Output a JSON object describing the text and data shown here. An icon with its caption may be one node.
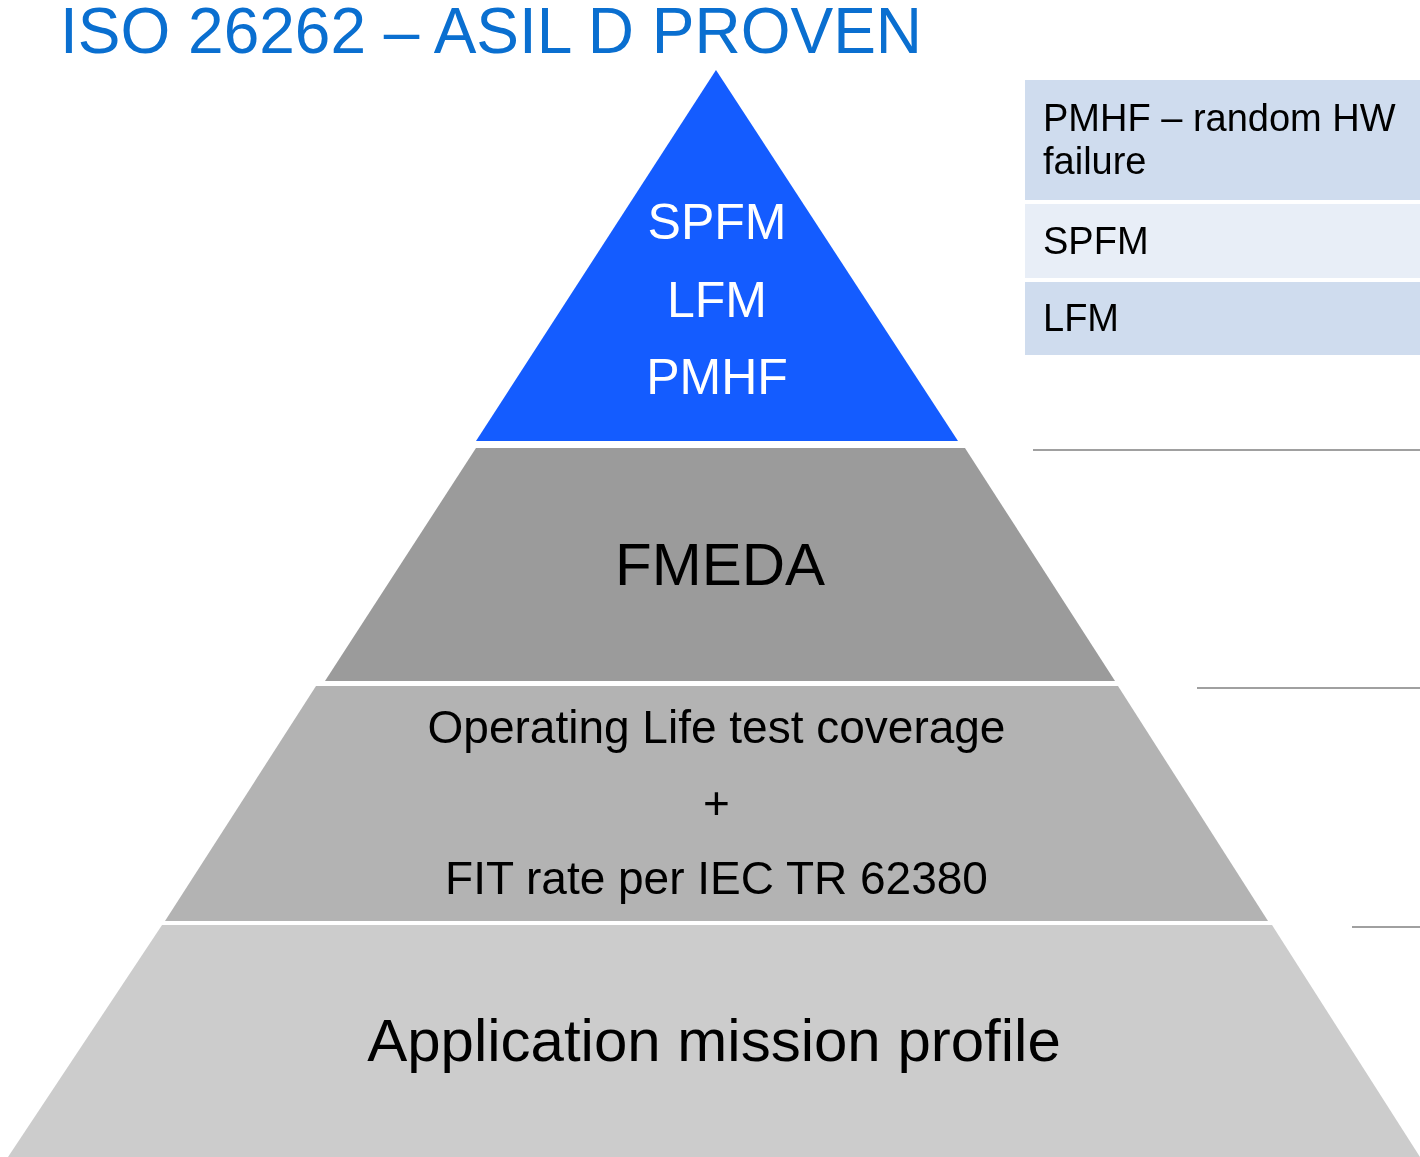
{
  "diagram": {
    "title": "ISO 26262 – ASIL D PROVEN",
    "nodes": [
      {
        "text": [
          "SPFM",
          "LFM",
          "PMHF"
        ]
      },
      {
        "text": [
          "FMEDA"
        ]
      },
      {
        "text": [
          "Operating Life test coverage",
          "+",
          "FIT rate per IEC TR 62380"
        ]
      },
      {
        "text": [
          "Application mission profile"
        ]
      }
    ],
    "edges": [],
    "labels": [
      "PMHF – random HW failure",
      "SPFM",
      "LFM"
    ]
  }
}
